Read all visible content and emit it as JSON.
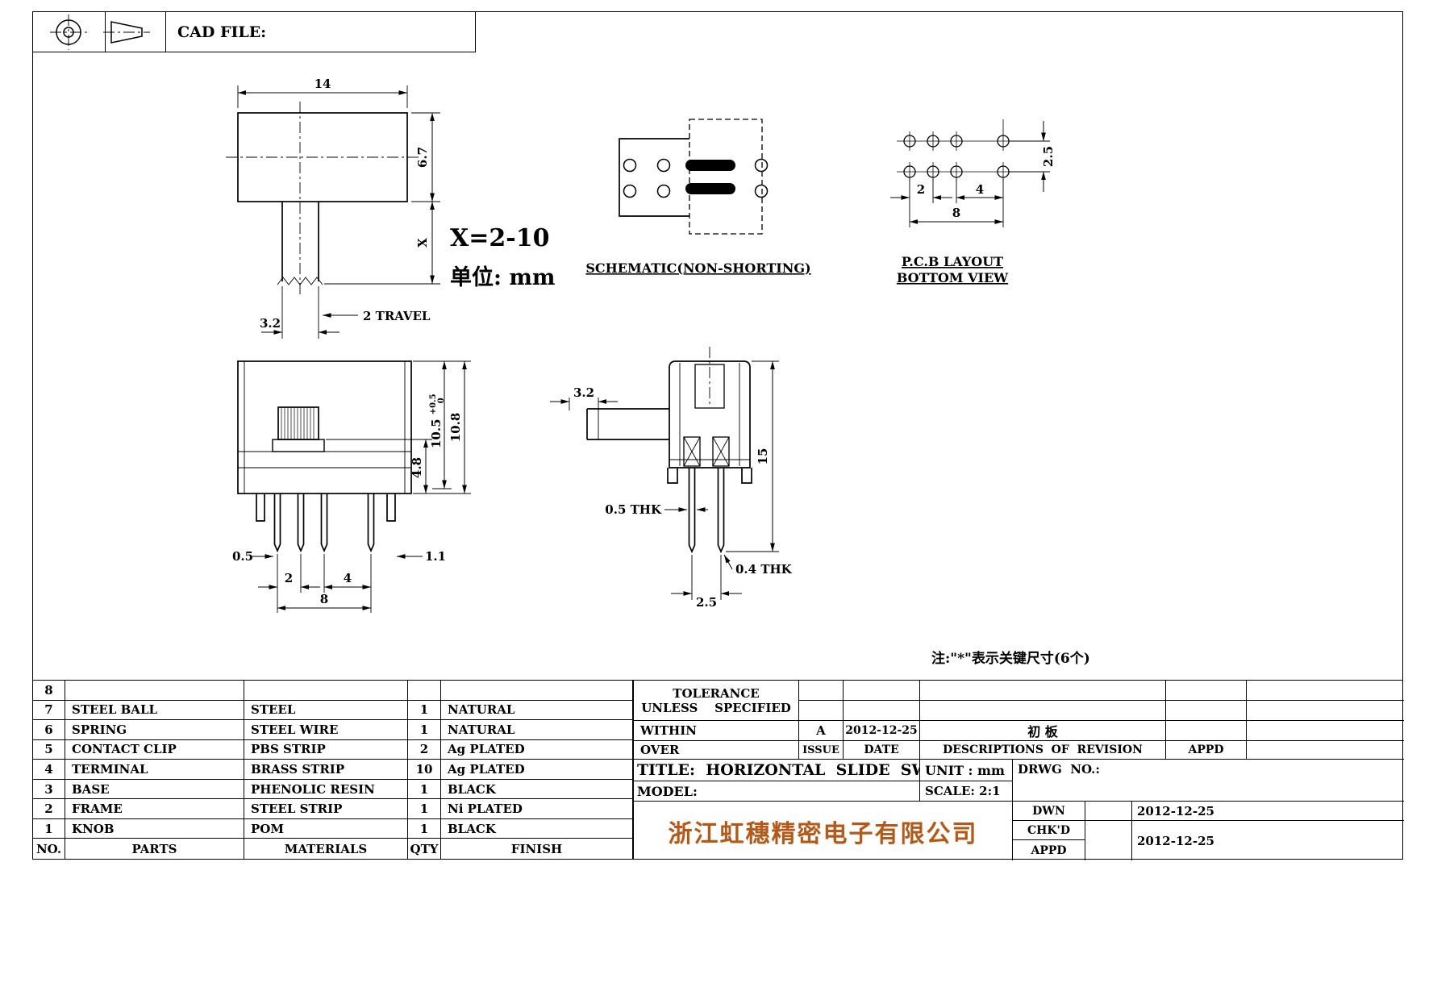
{
  "header": {
    "cad_file_label": "CAD FILE:"
  },
  "views": {
    "front": {
      "dim_width": "14",
      "dim_height": "6.7",
      "dim_x": "X",
      "x_range_note": "X=2-10",
      "unit_note": "单位: mm",
      "dim_stem_width": "3.2",
      "travel_note": "2 TRAVEL"
    },
    "schematic": {
      "caption": "SCHEMATIC(NON-SHORTING)"
    },
    "pcb": {
      "caption_line1": "P.C.B LAYOUT",
      "caption_line2": "BOTTOM VIEW",
      "dim_row_pitch": "2.5",
      "dim_pitch_2": "2",
      "dim_pitch_4": "4",
      "dim_total_8": "8"
    },
    "side": {
      "dim_10_5": "10.5",
      "dim_10_5_tol_plus": "+0.5",
      "dim_10_5_tol_minus": "0",
      "dim_10_8": "10.8",
      "dim_4_8": "4.8",
      "dim_0_5": "0.5",
      "dim_1_1": "1.1",
      "dim_2": "2",
      "dim_4": "4",
      "dim_8": "8"
    },
    "end": {
      "dim_3_2": "3.2",
      "dim_15": "15",
      "dim_0_5_thk": "0.5 THK",
      "dim_0_4_thk": "0.4 THK",
      "dim_2_5": "2.5"
    },
    "key_note": "注:\"*\"表示关键尺寸(6个)"
  },
  "parts_table": {
    "headers": {
      "no": "NO.",
      "parts": "PARTS",
      "materials": "MATERIALS",
      "qty": "QTY",
      "finish": "FINISH"
    },
    "rows": [
      {
        "no": "8",
        "parts": "",
        "materials": "",
        "qty": "",
        "finish": ""
      },
      {
        "no": "7",
        "parts": "STEEL BALL",
        "materials": "STEEL",
        "qty": "1",
        "finish": "NATURAL"
      },
      {
        "no": "6",
        "parts": "SPRING",
        "materials": "STEEL WIRE",
        "qty": "1",
        "finish": "NATURAL"
      },
      {
        "no": "5",
        "parts": "CONTACT CLIP",
        "materials": "PBS STRIP",
        "qty": "2",
        "finish": "Ag PLATED"
      },
      {
        "no": "4",
        "parts": "TERMINAL",
        "materials": "BRASS STRIP",
        "qty": "10",
        "finish": "Ag PLATED"
      },
      {
        "no": "3",
        "parts": "BASE",
        "materials": "PHENOLIC RESIN",
        "qty": "1",
        "finish": "BLACK"
      },
      {
        "no": "2",
        "parts": "FRAME",
        "materials": "STEEL STRIP",
        "qty": "1",
        "finish": "Ni PLATED"
      },
      {
        "no": "1",
        "parts": "KNOB",
        "materials": "POM",
        "qty": "1",
        "finish": "BLACK"
      }
    ]
  },
  "title_block": {
    "tolerance_line1": "TOLERANCE",
    "tolerance_line2": "UNLESS    SPECIFIED",
    "within_label": "WITHIN",
    "over_label": "OVER",
    "issue_label": "ISSUE",
    "date_label": "DATE",
    "revision": {
      "issue": "A",
      "date": "2012-12-25",
      "description": "初 板"
    },
    "descriptions_label": "DESCRIPTIONS  OF  REVISION",
    "appd_col_label": "APPD",
    "title": "TITLE:  HORIZONTAL  SLIDE  SWITCH",
    "unit": "UNIT : mm",
    "drwg_no_label": "DRWG  NO.:",
    "model_label": "MODEL:",
    "scale": "SCALE: 2:1",
    "dwn_label": "DWN",
    "chkd_label": "CHK'D",
    "appd_label": "APPD",
    "dwn_date": "2012-12-25",
    "appd_date": "2012-12-25",
    "company": "浙江虹穗精密电子有限公司",
    "accent_color": "#b35a1a"
  }
}
